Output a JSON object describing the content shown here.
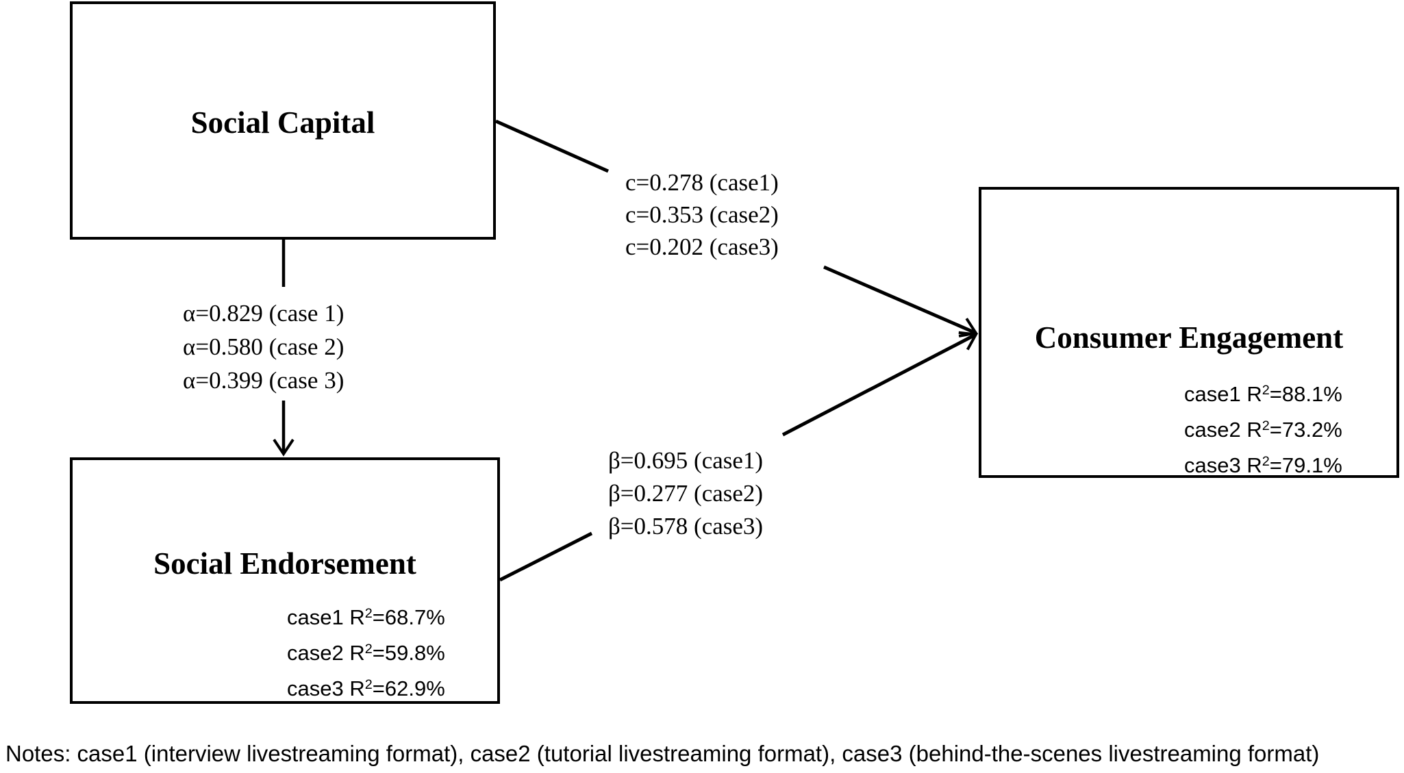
{
  "diagram": {
    "background_color": "#ffffff",
    "line_color": "#000000",
    "nodes": {
      "social_capital": {
        "title": "Social Capital"
      },
      "social_endorsement": {
        "title": "Social Endorsement",
        "r2": [
          {
            "prefix": "case1 R",
            "sup": "2",
            "suffix": "=68.7%"
          },
          {
            "prefix": "case2 R",
            "sup": "2",
            "suffix": "=59.8%"
          },
          {
            "prefix": "case3 R",
            "sup": "2",
            "suffix": "=62.9%"
          }
        ]
      },
      "consumer_engagement": {
        "title": "Consumer Engagement",
        "r2": [
          {
            "prefix": "case1 R",
            "sup": "2",
            "suffix": "=88.1%"
          },
          {
            "prefix": "case2 R",
            "sup": "2",
            "suffix": "=73.2%"
          },
          {
            "prefix": "case3 R",
            "sup": "2",
            "suffix": "=79.1%"
          }
        ]
      }
    },
    "paths": {
      "c": {
        "from": "social_capital",
        "to": "consumer_engagement",
        "labels": [
          "c=0.278 (case1)",
          "c=0.353 (case2)",
          "c=0.202 (case3)"
        ],
        "coefficients": [
          0.278,
          0.353,
          0.202
        ]
      },
      "alpha": {
        "from": "social_capital",
        "to": "social_endorsement",
        "labels": [
          "α=0.829 (case 1)",
          "α=0.580 (case 2)",
          "α=0.399 (case 3)"
        ],
        "coefficients": [
          0.829,
          0.58,
          0.399
        ]
      },
      "beta": {
        "from": "social_endorsement",
        "to": "consumer_engagement",
        "labels": [
          "β=0.695 (case1)",
          "β=0.277 (case2)",
          "β=0.578 (case3)"
        ],
        "coefficients": [
          0.695,
          0.277,
          0.578
        ]
      }
    },
    "notes": "Notes: case1 (interview livestreaming format), case2 (tutorial livestreaming format), case3 (behind-the-scenes livestreaming format)"
  }
}
